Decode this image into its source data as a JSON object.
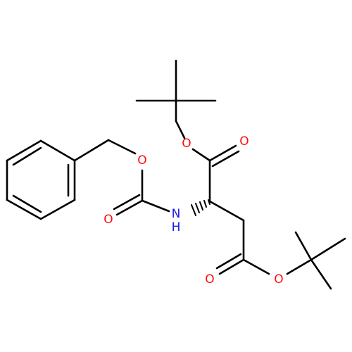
{
  "atoms": {
    "o_ester_top": {
      "symbol": "O",
      "color": "#ff0d0d"
    },
    "o_carbonyl_top": {
      "symbol": "O",
      "color": "#ff0d0d"
    },
    "o_cbz_ether": {
      "symbol": "O",
      "color": "#ff0d0d"
    },
    "o_cbz_carbonyl": {
      "symbol": "O",
      "color": "#ff0d0d"
    },
    "n_amide": {
      "symbol": "N",
      "h": "H",
      "color": "#1a1ae6"
    },
    "o_ester_bottom": {
      "symbol": "O",
      "color": "#ff0d0d"
    },
    "o_carbonyl_bottom": {
      "symbol": "O",
      "color": "#ff0d0d"
    }
  },
  "colors": {
    "bond": "#000000",
    "oxygen": "#ff0d0d",
    "nitrogen": "#1a1ae6",
    "background": "#ffffff"
  }
}
